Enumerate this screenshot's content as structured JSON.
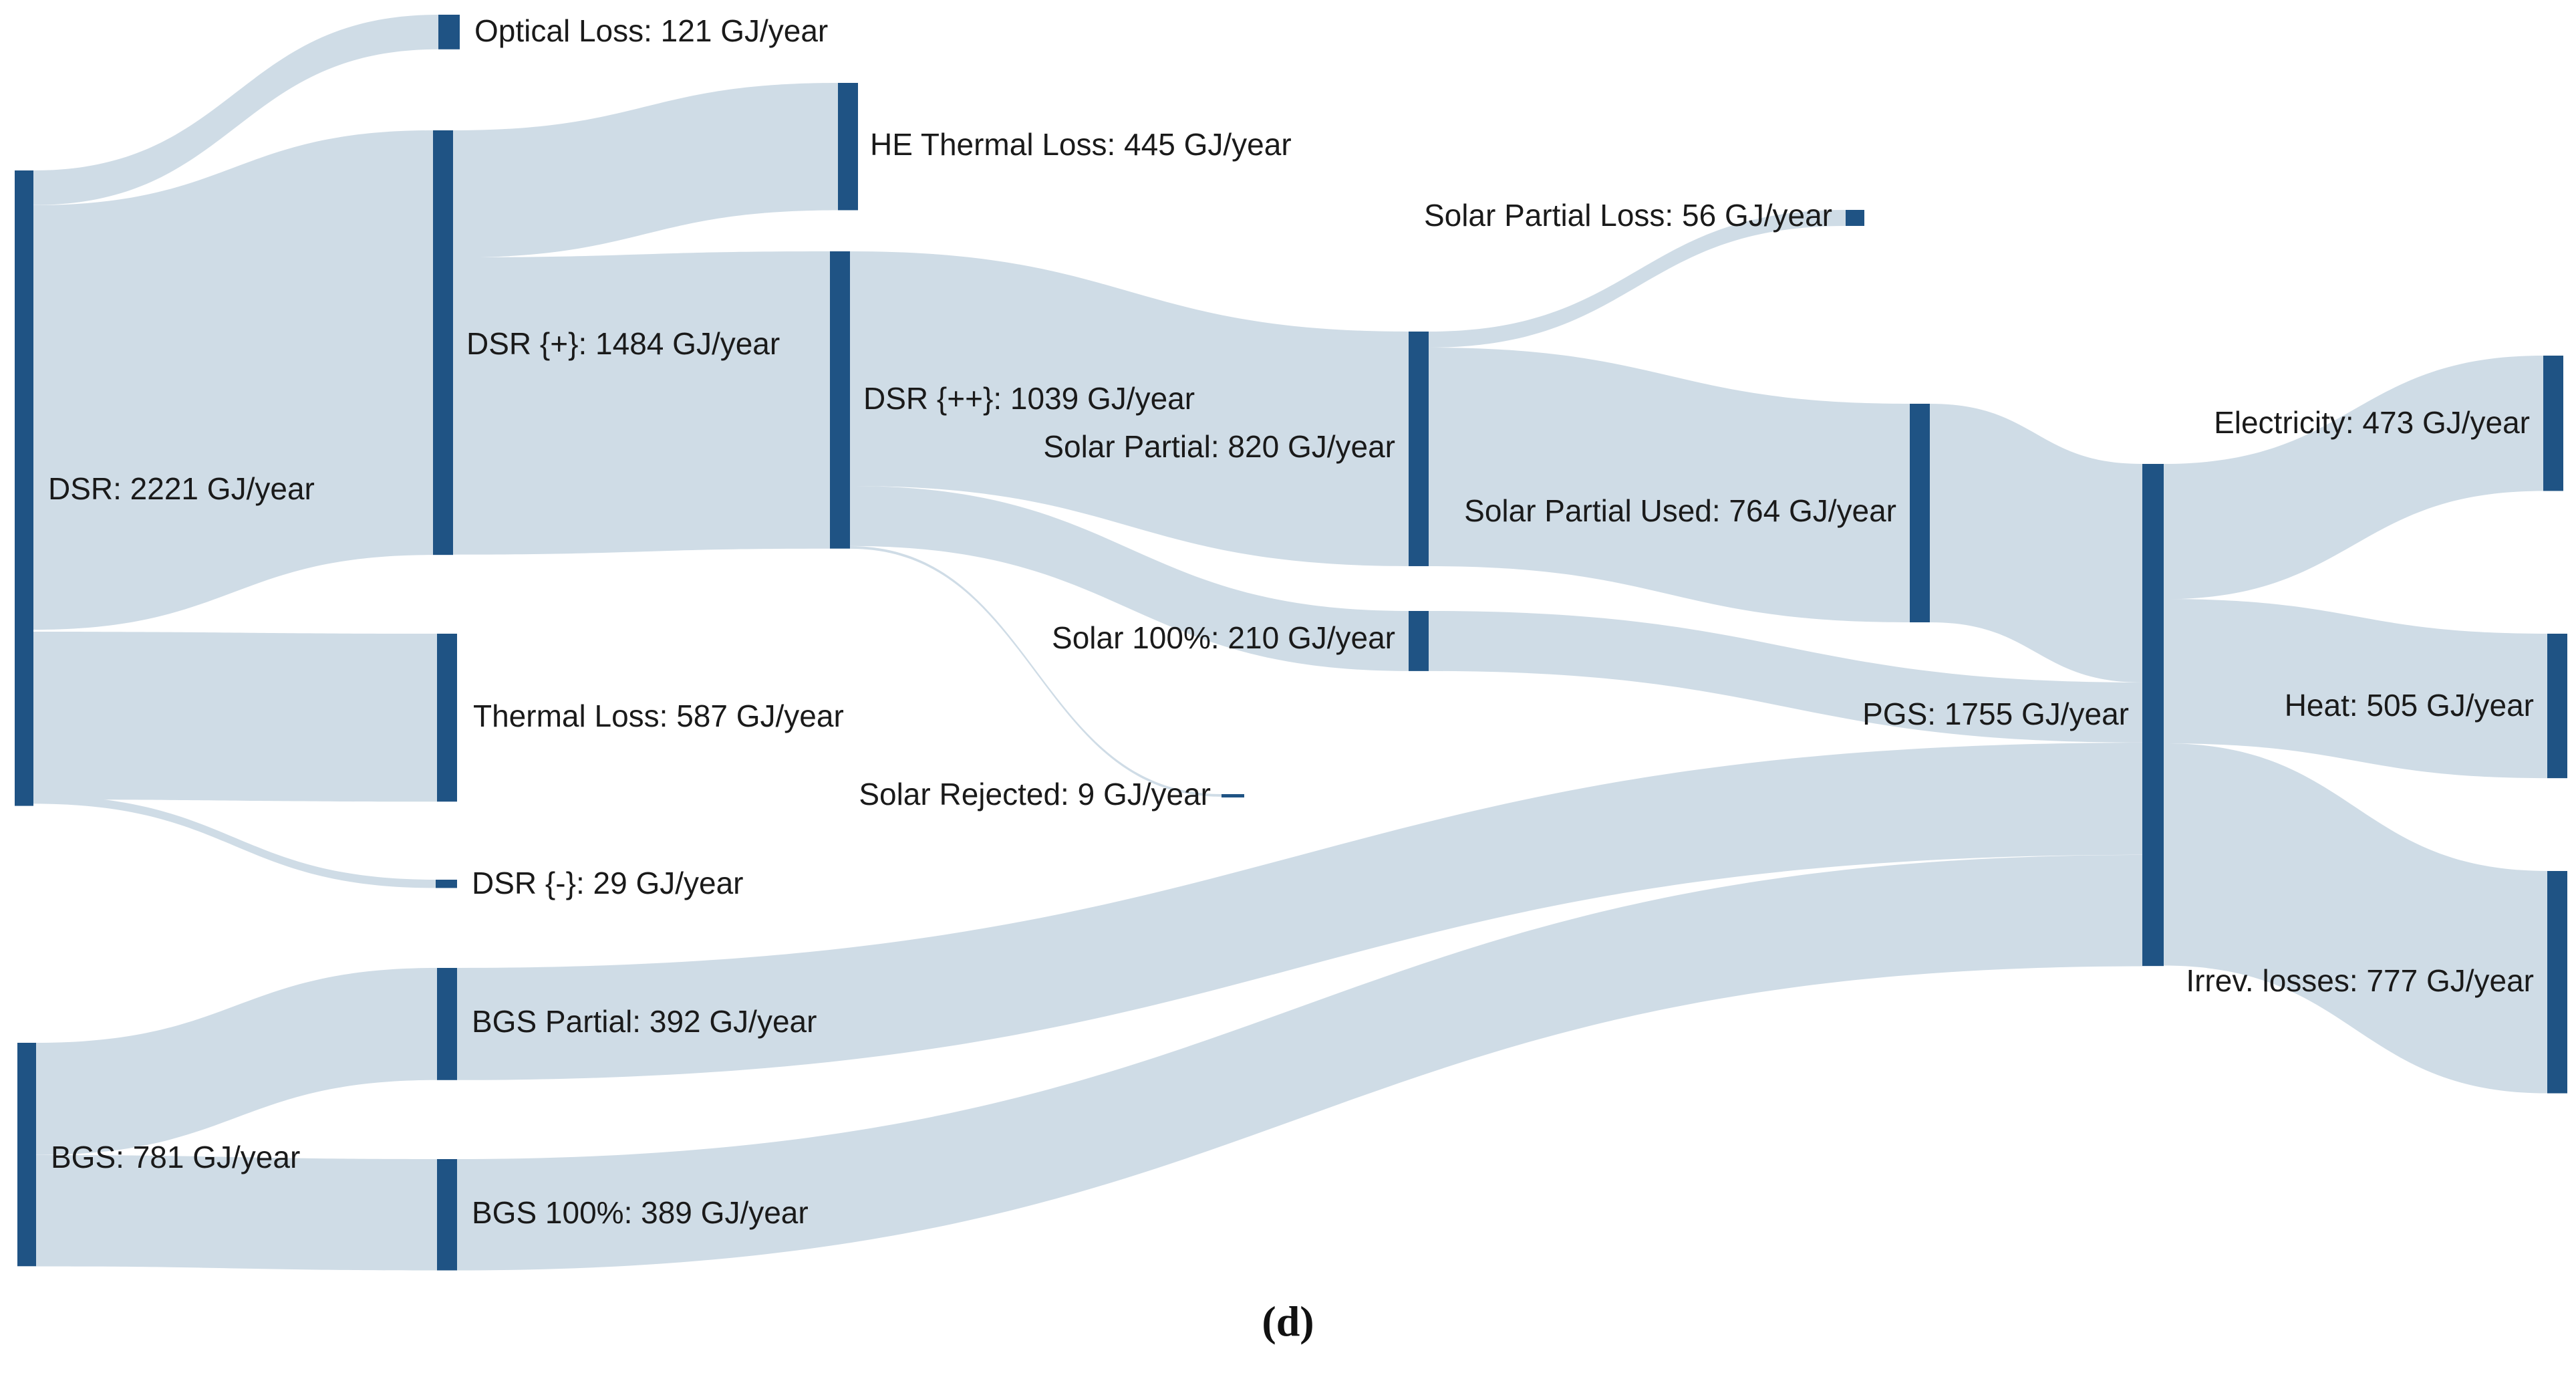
{
  "figure_caption": "(d)",
  "colors": {
    "node": "#1f5384",
    "link": "#cfdce6",
    "text": "#1a1a1a"
  },
  "chart_data": {
    "type": "sankey",
    "unit": "GJ/year",
    "nodes": [
      {
        "id": "DSR",
        "label": "DSR: 2221 GJ/year",
        "value": 2221
      },
      {
        "id": "BGS",
        "label": "BGS: 781 GJ/year",
        "value": 781
      },
      {
        "id": "OpticalLoss",
        "label": "Optical Loss: 121 GJ/year",
        "value": 121
      },
      {
        "id": "DSRplus",
        "label": "DSR {+}: 1484 GJ/year",
        "value": 1484
      },
      {
        "id": "ThermalLoss",
        "label": "Thermal Loss: 587 GJ/year",
        "value": 587
      },
      {
        "id": "DSRminus",
        "label": "DSR {-}: 29 GJ/year",
        "value": 29
      },
      {
        "id": "BGSPartial",
        "label": "BGS Partial: 392 GJ/year",
        "value": 392
      },
      {
        "id": "BGS100",
        "label": "BGS 100%: 389 GJ/year",
        "value": 389
      },
      {
        "id": "HEThermalLoss",
        "label": "HE Thermal Loss: 445 GJ/year",
        "value": 445
      },
      {
        "id": "DSRplusplus",
        "label": "DSR {++}: 1039 GJ/year",
        "value": 1039
      },
      {
        "id": "SolarRejected",
        "label": "Solar Rejected: 9 GJ/year",
        "value": 9
      },
      {
        "id": "SolarPartial",
        "label": "Solar Partial: 820 GJ/year",
        "value": 820
      },
      {
        "id": "Solar100",
        "label": "Solar 100%: 210 GJ/year",
        "value": 210
      },
      {
        "id": "SolarPartialLoss",
        "label": "Solar Partial Loss: 56 GJ/year",
        "value": 56
      },
      {
        "id": "SolarPartialUsed",
        "label": "Solar Partial Used: 764 GJ/year",
        "value": 764
      },
      {
        "id": "PGS",
        "label": "PGS: 1755 GJ/year",
        "value": 1755
      },
      {
        "id": "Electricity",
        "label": "Electricity: 473 GJ/year",
        "value": 473
      },
      {
        "id": "Heat",
        "label": "Heat: 505 GJ/year",
        "value": 505
      },
      {
        "id": "IrrevLosses",
        "label": "Irrev. losses: 777 GJ/year",
        "value": 777
      }
    ],
    "links": [
      {
        "source": "DSR",
        "target": "OpticalLoss",
        "value": 121
      },
      {
        "source": "DSR",
        "target": "DSRplus",
        "value": 1484
      },
      {
        "source": "DSR",
        "target": "ThermalLoss",
        "value": 587
      },
      {
        "source": "DSR",
        "target": "DSRminus",
        "value": 29
      },
      {
        "source": "DSRplus",
        "target": "HEThermalLoss",
        "value": 445
      },
      {
        "source": "DSRplus",
        "target": "DSRplusplus",
        "value": 1039
      },
      {
        "source": "DSRplusplus",
        "target": "SolarPartial",
        "value": 820
      },
      {
        "source": "DSRplusplus",
        "target": "Solar100",
        "value": 210
      },
      {
        "source": "DSRplusplus",
        "target": "SolarRejected",
        "value": 9
      },
      {
        "source": "SolarPartial",
        "target": "SolarPartialLoss",
        "value": 56
      },
      {
        "source": "SolarPartial",
        "target": "SolarPartialUsed",
        "value": 764
      },
      {
        "source": "SolarPartialUsed",
        "target": "PGS",
        "value": 764
      },
      {
        "source": "Solar100",
        "target": "PGS",
        "value": 210
      },
      {
        "source": "BGS",
        "target": "BGSPartial",
        "value": 392
      },
      {
        "source": "BGS",
        "target": "BGS100",
        "value": 389
      },
      {
        "source": "BGSPartial",
        "target": "PGS",
        "value": 392
      },
      {
        "source": "BGS100",
        "target": "PGS",
        "value": 389
      },
      {
        "source": "PGS",
        "target": "Electricity",
        "value": 473
      },
      {
        "source": "PGS",
        "target": "Heat",
        "value": 505
      },
      {
        "source": "PGS",
        "target": "IrrevLosses",
        "value": 777
      }
    ]
  }
}
